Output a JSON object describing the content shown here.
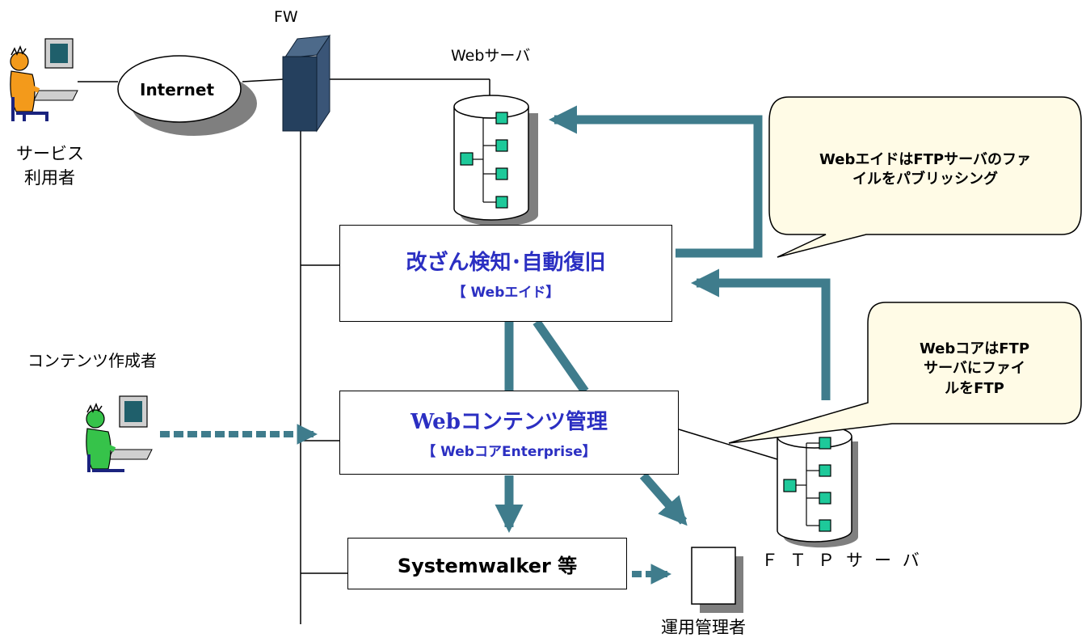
{
  "labels": {
    "fw": "FW",
    "web_server": "Webサーバ",
    "service_user_line1": "サービス",
    "service_user_line2": "利用者",
    "internet": "Internet",
    "content_creator": "コンテンツ作成者",
    "ftp_server": "ＦＴＰサーバ",
    "operator": "運用管理者"
  },
  "boxes": {
    "tamper": {
      "title": "改ざん検知･自動復旧",
      "subtitle": "【 Webエイド】"
    },
    "content_mgmt": {
      "title_latin": "Web",
      "title_jp": "コンテンツ管理",
      "subtitle": "【 WebコアEnterprise】"
    },
    "systemwalker": {
      "title": "Systemwalker 等"
    }
  },
  "callouts": {
    "webaid": {
      "line1": "WebエイドはFTPサーバのファ",
      "line2": "イルをパブリッシング"
    },
    "webcore": {
      "line1": "WebコアはFTP",
      "line2": "サーバにファイ",
      "line3": "ルをFTP"
    }
  },
  "colors": {
    "arrow": "#3f7c8c",
    "box_title": "#2b2fc2",
    "bubble_fill": "#fffbe6",
    "node_fill": "#1ec99a",
    "shadow": "#7f7f7f",
    "firewall": "#25405e"
  }
}
